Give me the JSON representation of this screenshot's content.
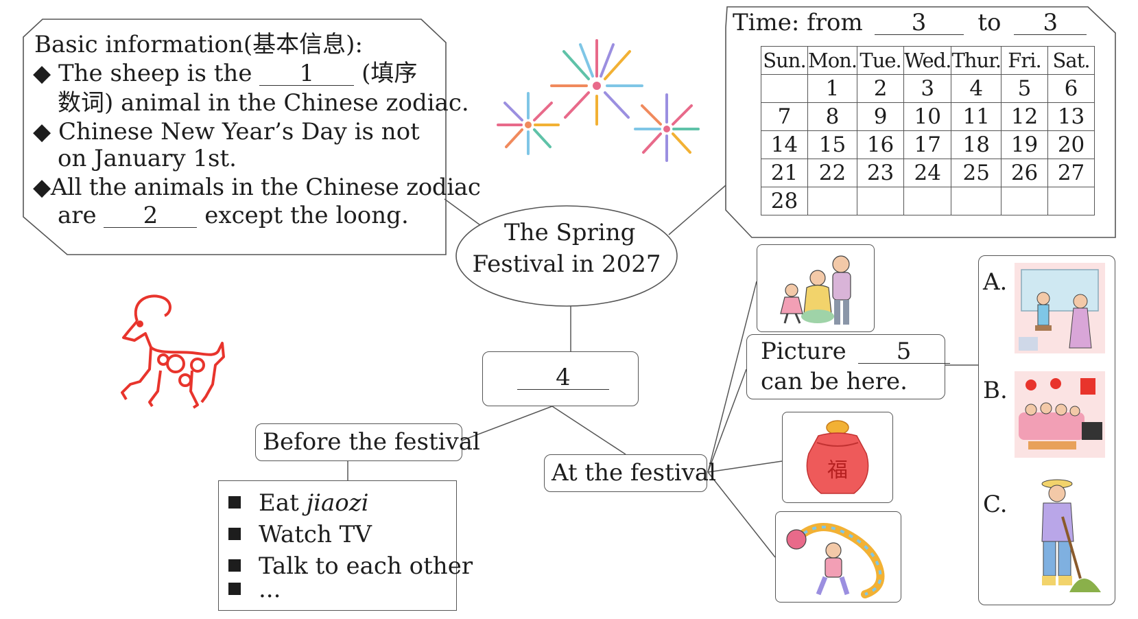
{
  "center": {
    "line1": "The Spring",
    "line2": "Festival in 2027"
  },
  "basic_info": {
    "title": "Basic information(基本信息):",
    "b1_pre": "The sheep is the",
    "b1_blank": "1",
    "b1_post": "(填序",
    "b1_line2": "数词) animal in the Chinese zodiac.",
    "b2_line1": "Chinese New Year’s Day is not",
    "b2_line2": "on January 1st.",
    "b3_line1": "All the animals in the Chinese zodiac",
    "b3_pre": "are",
    "b3_blank": "2",
    "b3_post": "except the loong."
  },
  "time": {
    "label": "Time: from",
    "from_blank": "3",
    "to_label": "to",
    "to_blank": "3"
  },
  "calendar": {
    "headers": [
      "Sun.",
      "Mon.",
      "Tue.",
      "Wed.",
      "Thur.",
      "Fri.",
      "Sat."
    ],
    "rows": [
      [
        "",
        "1",
        "2",
        "3",
        "4",
        "5",
        "6"
      ],
      [
        "7",
        "8",
        "9",
        "10",
        "11",
        "12",
        "13"
      ],
      [
        "14",
        "15",
        "16",
        "17",
        "18",
        "19",
        "20"
      ],
      [
        "21",
        "22",
        "23",
        "24",
        "25",
        "26",
        "27"
      ],
      [
        "28",
        "",
        "",
        "",
        "",
        "",
        ""
      ]
    ]
  },
  "activities_blank": "4",
  "before": {
    "label": "Before the festival",
    "items": [
      "Eat",
      "Watch TV",
      "Talk to each other",
      "..."
    ],
    "item1_italic": "jiaozi"
  },
  "at": {
    "label": "At the festival"
  },
  "picture": {
    "pre": "Picture",
    "blank": "5",
    "line2": "can be here."
  },
  "options": [
    "A.",
    "B.",
    "C."
  ],
  "colors": {
    "papercut_red": "#e8342c",
    "line": "#555555"
  }
}
